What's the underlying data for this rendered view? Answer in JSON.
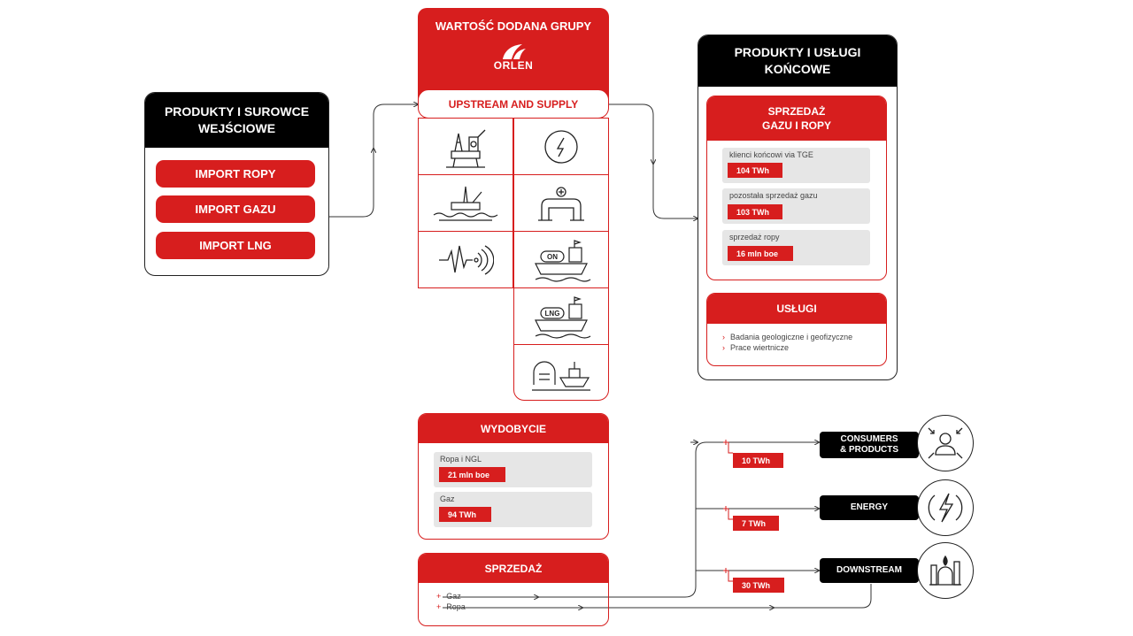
{
  "inputs": {
    "title_line1": "PRODUKTY I SUROWCE",
    "title_line2": "WEJŚCIOWE",
    "items": [
      "IMPORT ROPY",
      "IMPORT GAZU",
      "IMPORT LNG"
    ]
  },
  "center": {
    "title": "WARTOŚĆ DODANA GRUPY",
    "logo_text": "ORLEN",
    "upstream_label": "UPSTREAM AND SUPPLY",
    "ship_labels": [
      "ON",
      "LNG"
    ]
  },
  "outputs": {
    "title_line1": "PRODUKTY I USŁUGI",
    "title_line2": "KOŃCOWE",
    "sales_title_line1": "SPRZEDAŻ",
    "sales_title_line2": "GAZU I ROPY",
    "sales_items": [
      {
        "label": "klienci końcowi via TGE",
        "value": "104 TWh"
      },
      {
        "label": "pozostała sprzedaż gazu",
        "value": "103 TWh"
      },
      {
        "label": "sprzedaż ropy",
        "value": "16 mln boe"
      }
    ],
    "services_title": "USŁUGI",
    "services_items": [
      "Badania geologiczne i geofizyczne",
      "Prace wiertnicze"
    ]
  },
  "extraction": {
    "title": "WYDOBYCIE",
    "items": [
      {
        "label": "Ropa i NGL",
        "value": "21 mln boe"
      },
      {
        "label": "Gaz",
        "value": "94 TWh"
      }
    ]
  },
  "sales": {
    "title": "SPRZEDAŻ",
    "items": [
      "Gaz",
      "Ropa"
    ]
  },
  "flows": [
    {
      "value": "10 TWh",
      "label_line1": "CONSUMERS",
      "label_line2": "& PRODUCTS",
      "icon": "person-icon"
    },
    {
      "value": "7 TWh",
      "label_line1": "ENERGY",
      "label_line2": "",
      "icon": "lightning-icon"
    },
    {
      "value": "30 TWh",
      "label_line1": "DOWNSTREAM",
      "label_line2": "",
      "icon": "refinery-icon"
    }
  ],
  "colors": {
    "accent": "#d71e1e",
    "dark": "#000000",
    "panel": "#e6e6e6"
  }
}
